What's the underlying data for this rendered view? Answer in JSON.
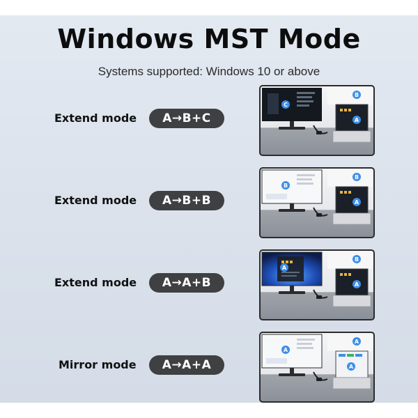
{
  "header": {
    "title": "Windows MST Mode",
    "subtitle": "Systems supported: Windows 10 or above"
  },
  "rows": [
    {
      "label": "Extend mode",
      "mapping": "A→B+C",
      "monitor_badge": "C",
      "laptop_badge": "A",
      "second_badge": "B",
      "monitor_screen": "dark"
    },
    {
      "label": "Extend mode",
      "mapping": "A→B+B",
      "monitor_badge": "B",
      "laptop_badge": "A",
      "second_badge": "B",
      "monitor_screen": "light"
    },
    {
      "label": "Extend mode",
      "mapping": "A→A+B",
      "monitor_badge": "A",
      "laptop_badge": "A",
      "second_badge": "B",
      "monitor_screen": "windows"
    },
    {
      "label": "Mirror mode",
      "mapping": "A→A+A",
      "monitor_badge": "A",
      "laptop_badge": "A",
      "second_badge": "A",
      "monitor_screen": "light"
    }
  ],
  "colors": {
    "badge": "#3d8ee8",
    "pill": "#3f4042"
  }
}
